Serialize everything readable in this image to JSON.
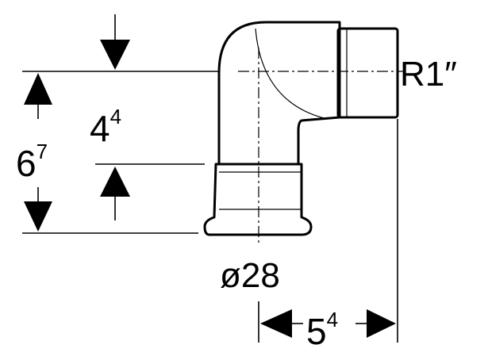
{
  "drawing": {
    "thread_label": "R1″",
    "diameter_label": "ø28",
    "dimensions": [
      {
        "id": "overall-height",
        "base": "6",
        "sup": "7"
      },
      {
        "id": "socket-height",
        "base": "4",
        "sup": "4"
      },
      {
        "id": "thread-length",
        "base": "5",
        "sup": "4"
      }
    ]
  }
}
